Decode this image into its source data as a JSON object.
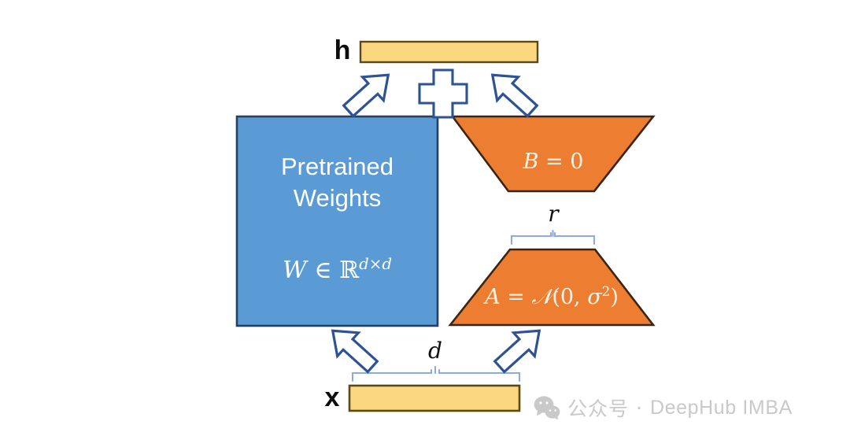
{
  "figure": {
    "title": "LoRA low-rank adaptation diagram",
    "background_color": "#ffffff"
  },
  "colors": {
    "yellow_fill": "#fbd87f",
    "yellow_stroke": "#5c4a16",
    "blue_fill": "#5b9bd5",
    "blue_stroke": "#27405e",
    "orange_fill": "#ed7d31",
    "orange_stroke": "#3b2512",
    "arrow_stroke": "#2e5395",
    "arrow_fill": "#ffffff",
    "brace_color": "#8faadc",
    "text_dark": "#0d0d0d",
    "text_light": "#ffffff",
    "watermark": "#c9c9c9"
  },
  "output": {
    "label": "h",
    "bar_name": "output-activation-bar"
  },
  "input": {
    "label": "x",
    "bar_name": "input-activation-bar"
  },
  "operator": {
    "symbol": "+",
    "name": "plus-operator"
  },
  "pretrained_block": {
    "title": "Pretrained\nWeights",
    "formula_prefix": "W",
    "formula_member": " ∈ ",
    "formula_set": "ℝ",
    "formula_exponent": "d×d",
    "formula_plain": "W ∈ ℝ^(d×d)"
  },
  "lora_b": {
    "formula_plain": "B = 0",
    "lhs": "B",
    "eq": " = ",
    "rhs": "0"
  },
  "lora_a": {
    "formula_plain": "A = 𝒩(0, σ²)",
    "lhs": "A",
    "eq": " = ",
    "dist": "𝒩",
    "open": "(",
    "mean": "0",
    "comma": ", ",
    "sigma": "σ",
    "sigma_exp": "2",
    "close": ")"
  },
  "braces": {
    "rank": "r",
    "dim": "d"
  },
  "arrows": [
    {
      "name": "arrow-x-to-pretrained",
      "direction": "up-left"
    },
    {
      "name": "arrow-x-to-lora-a",
      "direction": "up-right"
    },
    {
      "name": "arrow-pretrained-to-h",
      "direction": "up-right"
    },
    {
      "name": "arrow-lora-b-to-h",
      "direction": "up-left"
    }
  ],
  "watermark": {
    "icon": "wechat-icon",
    "chinese": "公众号",
    "separator": "·",
    "brand": "DeepHub IMBA"
  }
}
